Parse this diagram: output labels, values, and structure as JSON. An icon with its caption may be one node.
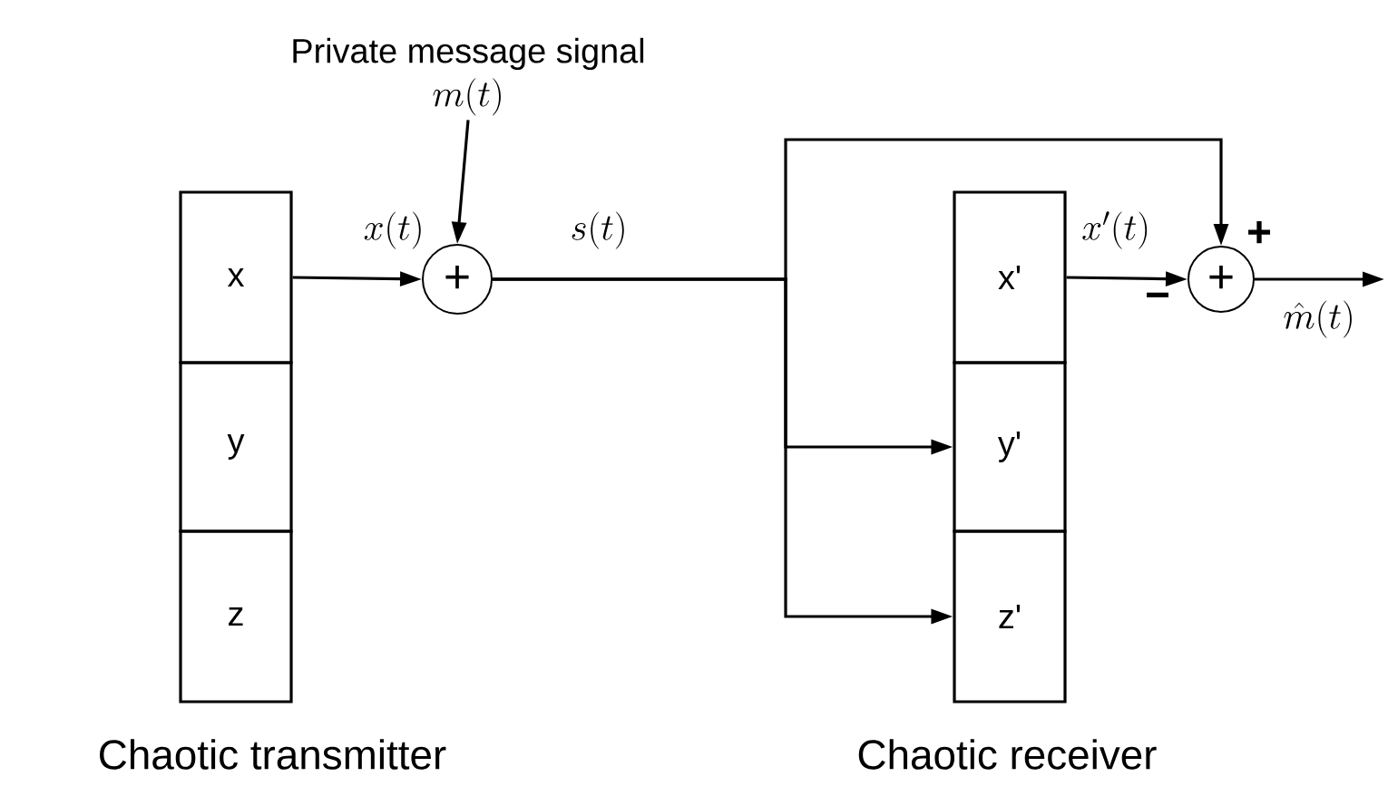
{
  "diagram": {
    "nodes": [
      {
        "text": [
          "x"
        ]
      },
      {
        "text": [
          "y"
        ]
      },
      {
        "text": [
          "z"
        ]
      },
      {
        "text": [
          "+"
        ]
      },
      {
        "text": [
          "Private message signal",
          "m(t)"
        ]
      },
      {
        "text": [
          "x'"
        ]
      },
      {
        "text": [
          "y'"
        ]
      },
      {
        "text": [
          "z'"
        ]
      },
      {
        "text": [
          "+"
        ]
      }
    ],
    "edges": [
      {
        "from": 0,
        "to": 3,
        "arrow": "to",
        "label": "x(t)"
      },
      {
        "from": 4,
        "to": 3,
        "arrow": "to"
      },
      {
        "from": 3,
        "to": 8,
        "arrow": "to",
        "label": "s(t)"
      },
      {
        "from": 3,
        "to": 6,
        "arrow": "to"
      },
      {
        "from": 3,
        "to": 7,
        "arrow": "to"
      },
      {
        "from": 5,
        "to": 8,
        "arrow": "to",
        "label": "x'(t)"
      },
      {
        "from": 8,
        "to": null,
        "arrow": "to",
        "label": "\\hat{m}(t)"
      }
    ],
    "labels": [
      "+",
      "−",
      "Chaotic transmitter",
      "Chaotic receiver"
    ]
  }
}
